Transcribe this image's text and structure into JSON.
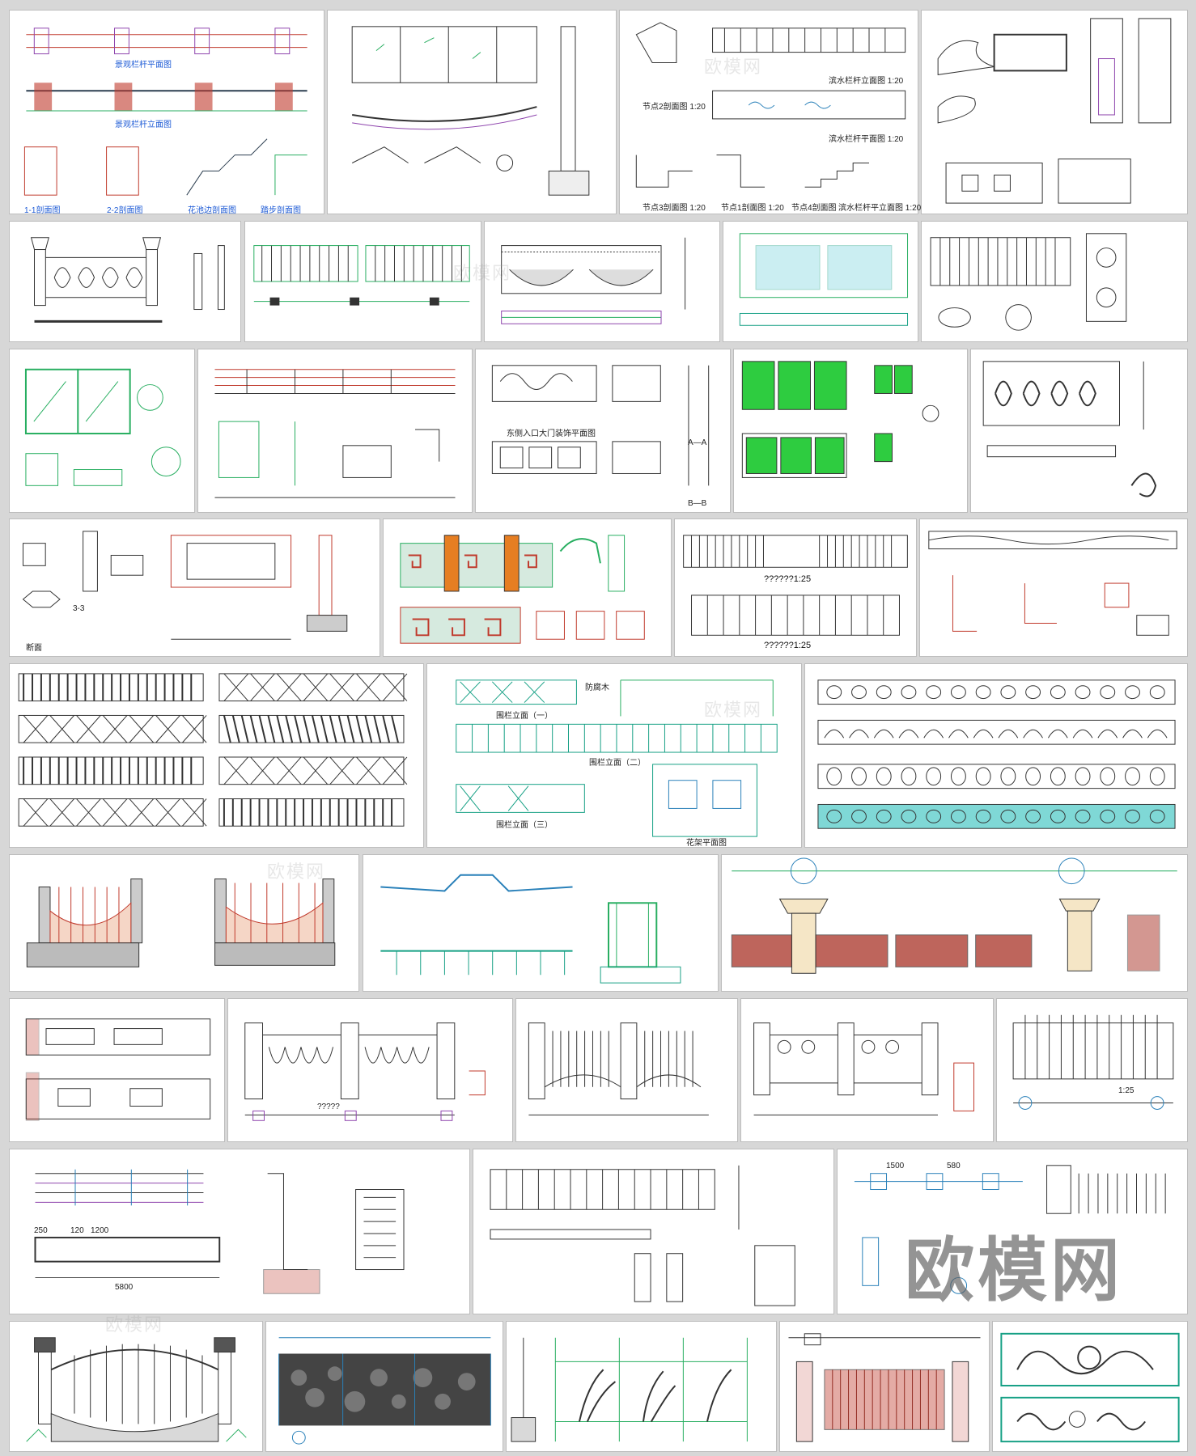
{
  "logo_text": "欧模网",
  "watermark": "欧模网",
  "labels": {
    "t1_a": "景观栏杆平面图",
    "t1_b": "景观栏杆立面图",
    "t1_c": "1-1剖面图",
    "t1_d": "2-2剖面图",
    "t1_e": "花池边剖面图",
    "t1_f": "踏步剖面图",
    "t3_a": "节点2剖面图 1:20",
    "t3_b": "滨水栏杆立面图 1:20",
    "t3_c": "滨水栏杆平面图 1:20",
    "t3_d": "节点3剖面图 1:20",
    "t3_e": "节点1剖面图 1:20",
    "t3_f": "节点4剖面图",
    "t3_g": "滨水栏杆平立面图 1:20",
    "t12_a": "东侧入口大门装饰平面图",
    "t12_b": "A—A",
    "t12_c": "B—B",
    "t17_a": "??????1:25",
    "t17_b": "??????1:25",
    "t20_a": "围栏立面（一）",
    "t20_b": "围栏立面（二）",
    "t20_c": "围栏立面（三）",
    "t20_d": "花架平面图",
    "t20_e": "防腐木",
    "t27_a": "?????",
    "t30_a": "1:25",
    "t31_a": "5800",
    "t31_b": "1200",
    "t31_c": "120",
    "t31_d": "250",
    "t33_a": "1500",
    "t33_b": "580",
    "t34_a": "3-3",
    "t34_b": "断面"
  }
}
